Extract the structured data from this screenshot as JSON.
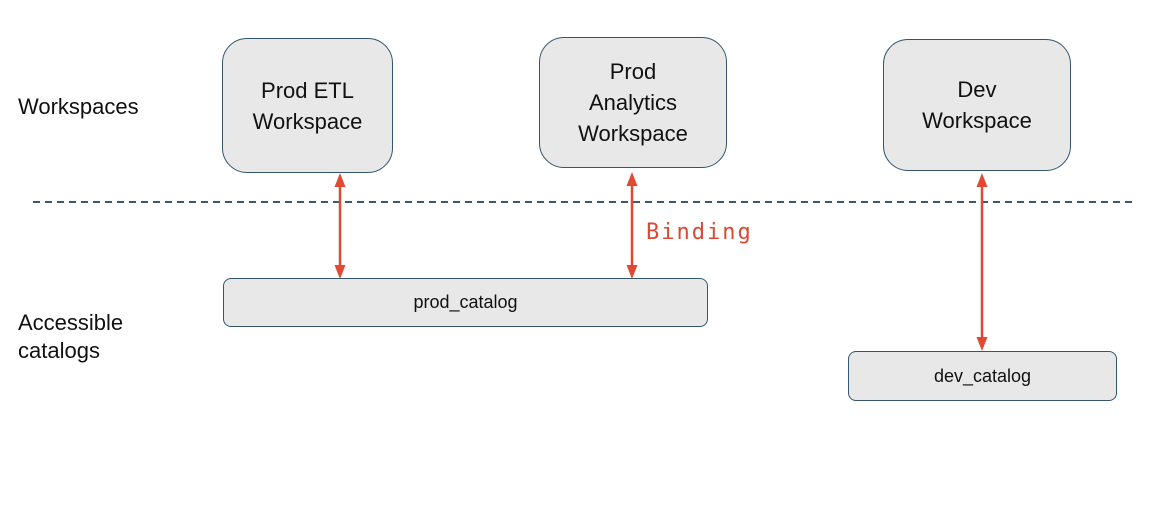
{
  "diagram": {
    "row_labels": {
      "workspaces": "Workspaces",
      "accessible_catalogs": "Accessible\ncatalogs"
    },
    "workspaces": [
      {
        "label": "Prod ETL\nWorkspace"
      },
      {
        "label": "Prod\nAnalytics\nWorkspace"
      },
      {
        "label": "Dev\nWorkspace"
      }
    ],
    "catalogs": [
      {
        "label": "prod_catalog"
      },
      {
        "label": "dev_catalog"
      }
    ],
    "annotations": {
      "binding": "Binding"
    },
    "colors": {
      "box_fill": "#e8e8e8",
      "box_border": "#33566b",
      "arrow": "#e04a33",
      "binding_text": "#d94a33",
      "divider": "#3d5a6b",
      "text": "#111111",
      "background": "#ffffff"
    }
  }
}
